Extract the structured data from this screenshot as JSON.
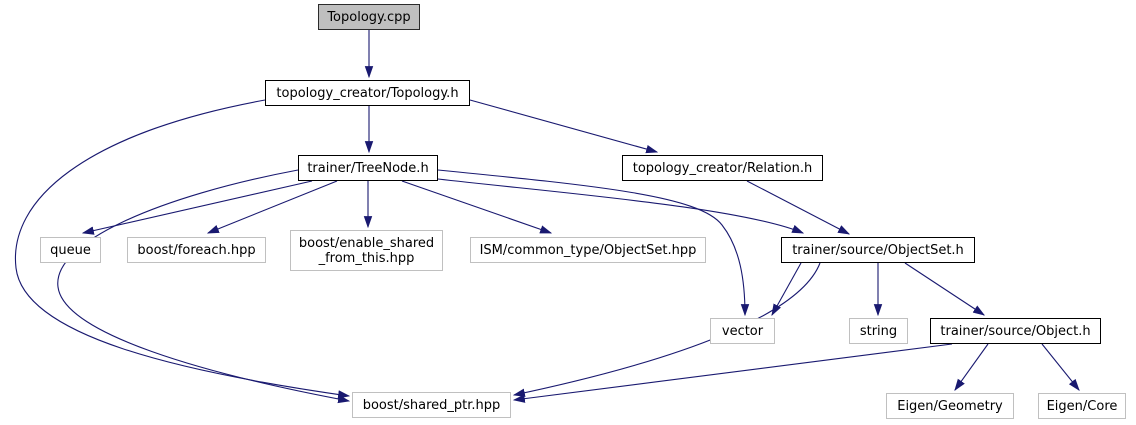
{
  "diagram": {
    "title": "Topology.cpp include dependency graph",
    "type": "include-dependency-graph",
    "root_label": "Topology.cpp",
    "colors": {
      "edge": "#191970",
      "current_node_fill": "#bfbfbf",
      "linked_node_border": "#000000",
      "external_node_border": "#c0c0c0",
      "background": "#ffffff",
      "text": "#000000"
    },
    "nodes": [
      {
        "id": "topology_cpp",
        "label": "Topology.cpp",
        "kind": "current"
      },
      {
        "id": "topology_h",
        "label": "topology_creator/Topology.h",
        "kind": "linked"
      },
      {
        "id": "treenode_h",
        "label": "trainer/TreeNode.h",
        "kind": "linked"
      },
      {
        "id": "relation_h",
        "label": "topology_creator/Relation.h",
        "kind": "linked"
      },
      {
        "id": "queue",
        "label": "queue",
        "kind": "external"
      },
      {
        "id": "foreach_hpp",
        "label": "boost/foreach.hpp",
        "kind": "external"
      },
      {
        "id": "enable_shared",
        "label": "boost/enable_shared\n_from_this.hpp",
        "kind": "external"
      },
      {
        "id": "ism_objectset",
        "label": "ISM/common_type/ObjectSet.hpp",
        "kind": "external"
      },
      {
        "id": "objectset_h",
        "label": "trainer/source/ObjectSet.h",
        "kind": "linked"
      },
      {
        "id": "vector",
        "label": "vector",
        "kind": "external"
      },
      {
        "id": "string",
        "label": "string",
        "kind": "external"
      },
      {
        "id": "object_h",
        "label": "trainer/source/Object.h",
        "kind": "linked"
      },
      {
        "id": "shared_ptr",
        "label": "boost/shared_ptr.hpp",
        "kind": "external"
      },
      {
        "id": "eigen_geometry",
        "label": "Eigen/Geometry",
        "kind": "external"
      },
      {
        "id": "eigen_core",
        "label": "Eigen/Core",
        "kind": "external"
      }
    ],
    "edges": [
      {
        "from": "topology_cpp",
        "to": "topology_h"
      },
      {
        "from": "topology_h",
        "to": "treenode_h"
      },
      {
        "from": "topology_h",
        "to": "relation_h"
      },
      {
        "from": "topology_h",
        "to": "shared_ptr"
      },
      {
        "from": "treenode_h",
        "to": "queue"
      },
      {
        "from": "treenode_h",
        "to": "foreach_hpp"
      },
      {
        "from": "treenode_h",
        "to": "enable_shared"
      },
      {
        "from": "treenode_h",
        "to": "ism_objectset"
      },
      {
        "from": "treenode_h",
        "to": "objectset_h"
      },
      {
        "from": "treenode_h",
        "to": "vector"
      },
      {
        "from": "treenode_h",
        "to": "shared_ptr"
      },
      {
        "from": "relation_h",
        "to": "objectset_h"
      },
      {
        "from": "objectset_h",
        "to": "vector"
      },
      {
        "from": "objectset_h",
        "to": "string"
      },
      {
        "from": "objectset_h",
        "to": "object_h"
      },
      {
        "from": "objectset_h",
        "to": "shared_ptr"
      },
      {
        "from": "object_h",
        "to": "shared_ptr"
      },
      {
        "from": "object_h",
        "to": "eigen_geometry"
      },
      {
        "from": "object_h",
        "to": "eigen_core"
      }
    ]
  }
}
